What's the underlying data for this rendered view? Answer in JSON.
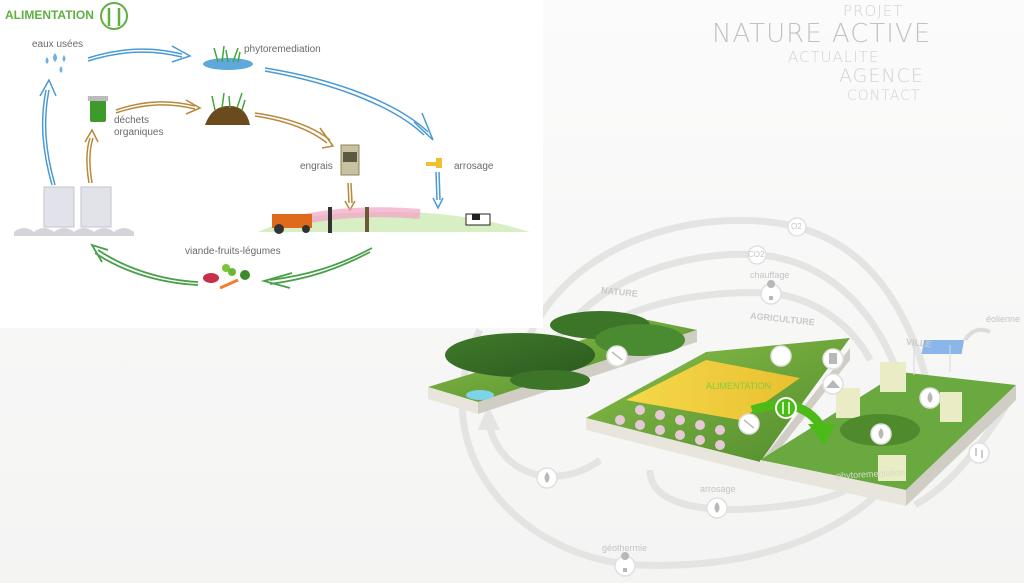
{
  "navigation": {
    "items": [
      {
        "label": "PROJET"
      },
      {
        "label": "NATURE ACTIVE"
      },
      {
        "label": "ACTUALITE"
      },
      {
        "label": "AGENCE"
      },
      {
        "label": "CONTACT"
      }
    ]
  },
  "cycle_diagram": {
    "title": "ALIMENTATION",
    "title_icon": "fork-knife-icon",
    "labels": {
      "eaux_usees": "eaux usées",
      "phytoremediation": "phytoremediation",
      "dechets_1": "déchets",
      "dechets_2": "organiques",
      "engrais": "engrais",
      "arrosage": "arrosage",
      "viande": "viande-fruits-légumes"
    },
    "colors": {
      "water": "#4a9ad6",
      "organic": "#b8893a",
      "food": "#4aa04a",
      "title": "#5fb040"
    }
  },
  "landscape": {
    "zones": {
      "nature": "NATURE",
      "agriculture": "AGRICULTURE",
      "ville": "VILLE"
    },
    "labels": {
      "chauffage": "chauffage",
      "eolienne": "éolienne",
      "arrosage": "arrosage",
      "geothermie": "géothermie",
      "alimentation": "ALIMENTATION",
      "phytoremediation": "phytoremediation"
    },
    "badges": {
      "o2": "O2",
      "co2": "CO2"
    },
    "colors": {
      "arc": "#e2e2e1",
      "green_arrow": "#4cbb17",
      "field": "#f2cf3a"
    }
  }
}
